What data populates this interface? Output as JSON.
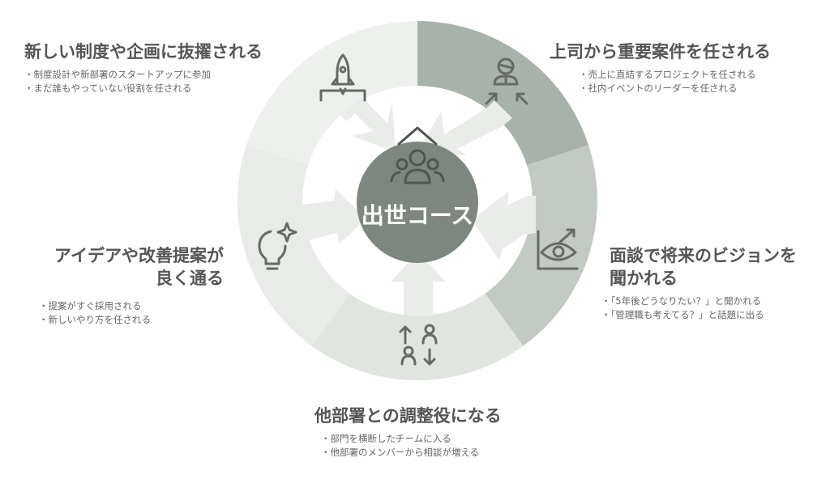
{
  "center": {
    "label": "出世コース"
  },
  "colors": {
    "segment_top_left": "#eef0ee",
    "segment_top_right": "#a9b2aa",
    "segment_right": "#c3cac3",
    "segment_bottom": "#e1e5e0",
    "segment_left": "#e8ebe7",
    "center_fill": "#7d877f",
    "arrow_fill": "#e9ece8",
    "icon_stroke": "#666a66",
    "title_text": "#555555",
    "bullet_text": "#666666"
  },
  "segments": [
    {
      "id": "top-left",
      "icon": "rocket-launch-icon",
      "title_lines": [
        "新しい制度や企画に抜擢される"
      ],
      "bullets": [
        "制度設計や新部署のスタートアップに参加",
        "まだ誰もやっていない役割を任される"
      ]
    },
    {
      "id": "top-right",
      "icon": "person-arrows-in-icon",
      "title_lines": [
        "上司から重要案件を任される"
      ],
      "bullets": [
        "売上に直結するプロジェクトを任される",
        "社内イベントのリーダーを任される"
      ]
    },
    {
      "id": "right",
      "icon": "vision-chart-icon",
      "title_lines": [
        "面談で将来のビジョンを",
        "聞かれる"
      ],
      "bullets": [
        "「5年後どうなりたい？」と聞かれる",
        "「管理職も考えてる？」と話題に出る"
      ]
    },
    {
      "id": "bottom",
      "icon": "people-exchange-icon",
      "title_lines": [
        "他部署との調整役になる"
      ],
      "bullets": [
        "部門を横断したチームに入る",
        "他部署のメンバーから相談が増える"
      ]
    },
    {
      "id": "left",
      "icon": "lightbulb-sparkle-icon",
      "title_lines": [
        "アイデアや改善提案が",
        "良く通る"
      ],
      "bullets": [
        "提案がすぐ採用される",
        "新しいやり方を任される"
      ]
    }
  ]
}
